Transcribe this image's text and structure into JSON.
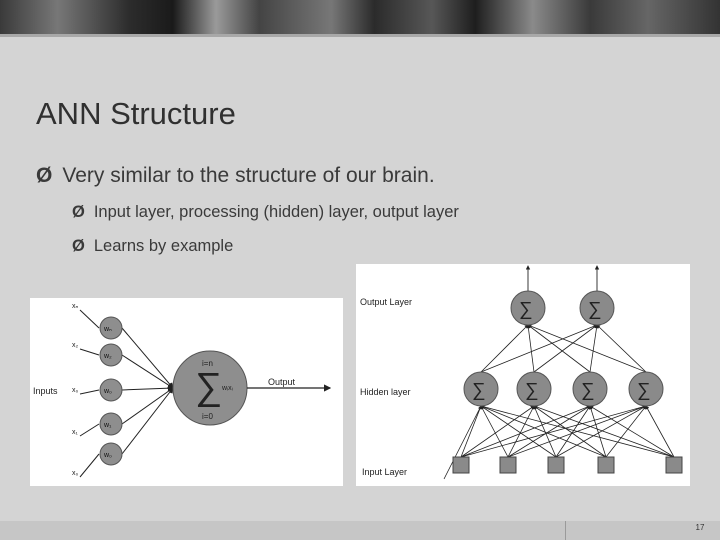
{
  "slide": {
    "title": "ANN Structure",
    "bullet_symbol": "Ø",
    "bullets": [
      {
        "level": 1,
        "text": "Very similar to the structure of our brain."
      },
      {
        "level": 2,
        "text": "Input layer, processing (hidden) layer, output layer"
      },
      {
        "level": 2,
        "text": "Learns by example"
      }
    ],
    "page_number": "17"
  },
  "neuron_diagram": {
    "input_side_label": "Inputs",
    "output_label": "Output",
    "x_labels": [
      "xₙ",
      "x₂",
      "x₀",
      "x₁",
      "x₀"
    ],
    "w_labels": [
      "wₙ",
      "w₂",
      "w₀",
      "w₁",
      "w₀"
    ],
    "sum_symbol": "∑",
    "sum_upper": "i=n",
    "sum_lower": "i=0",
    "sum_term": "wᵢxᵢ"
  },
  "network_diagram": {
    "layer_labels": [
      "Output Layer",
      "Hidden layer",
      "Input Layer"
    ],
    "sum_symbol": "∑"
  }
}
